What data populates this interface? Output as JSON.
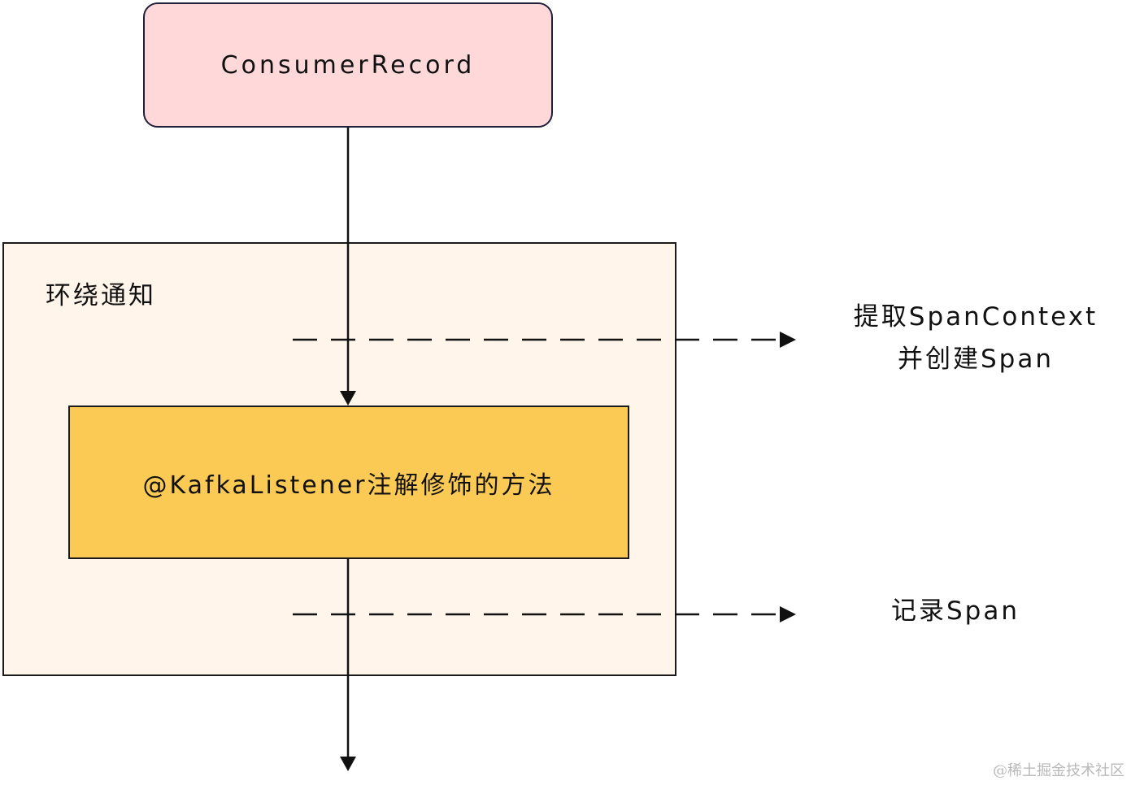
{
  "nodes": {
    "consumer_record": "ConsumerRecord",
    "advice_title": "环绕通知",
    "listener_method": "@KafkaListener注解修饰的方法"
  },
  "annotations": {
    "extract_line1": "提取SpanContext",
    "extract_line2": "并创建Span",
    "record_span": "记录Span"
  },
  "watermark": "@稀土掘金技术社区",
  "colors": {
    "consumer_record_fill": "#ffd9da",
    "advice_fill": "#fff5ea",
    "listener_fill": "#fbca55",
    "line": "#111111"
  }
}
